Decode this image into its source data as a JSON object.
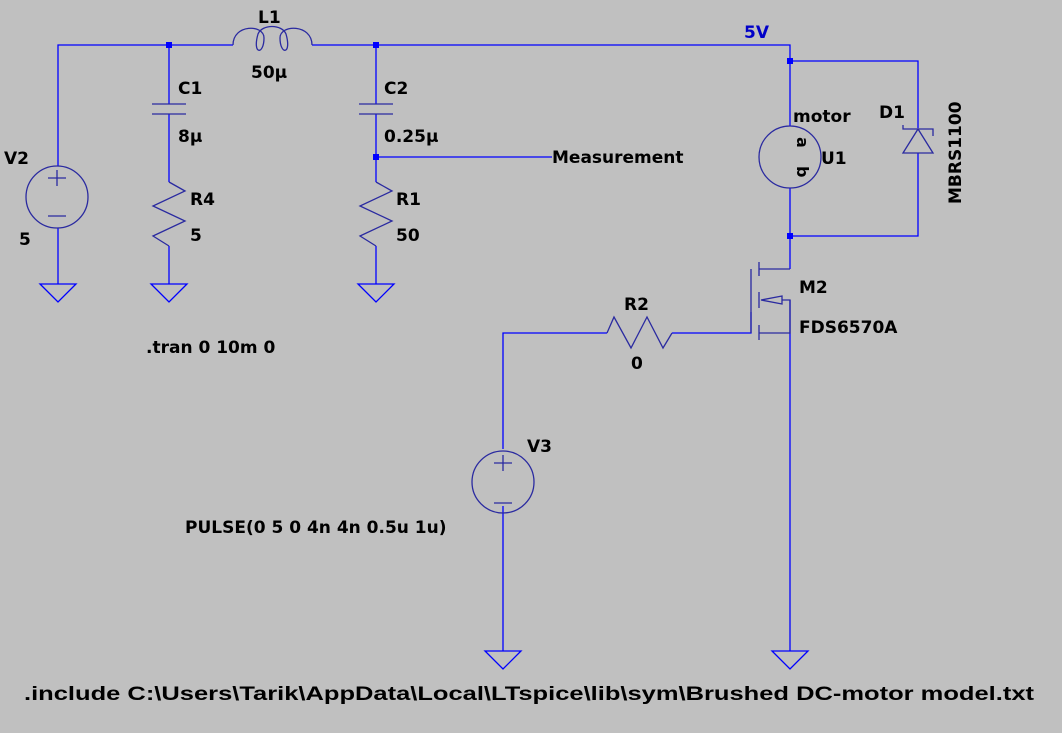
{
  "schematic": {
    "net_labels": {
      "supply": "5V",
      "measurement": "Measurement"
    },
    "components": {
      "V2": {
        "name": "V2",
        "value": "5"
      },
      "C1": {
        "name": "C1",
        "value": "8µ"
      },
      "R4": {
        "name": "R4",
        "value": "5"
      },
      "L1": {
        "name": "L1",
        "value": "50µ"
      },
      "C2": {
        "name": "C2",
        "value": "0.25µ"
      },
      "R1": {
        "name": "R1",
        "value": "50"
      },
      "U1": {
        "name": "U1",
        "value": "motor",
        "pin_a": "a",
        "pin_b": "b"
      },
      "D1": {
        "name": "D1",
        "value": "MBRS1100"
      },
      "M2": {
        "name": "M2",
        "value": "FDS6570A"
      },
      "R2": {
        "name": "R2",
        "value": "0"
      },
      "V3": {
        "name": "V3",
        "value": "PULSE(0 5 0 4n 4n 0.5u 1u)"
      }
    },
    "source_signs": {
      "plus": "+",
      "minus": "−"
    },
    "directives": {
      "tran": ".tran 0 10m 0",
      "include": ".include C:\\Users\\Tarik\\AppData\\Local\\LTspice\\lib\\sym\\Brushed DC-motor model.txt"
    },
    "colors": {
      "background": "#c0c0c0",
      "wire": "#0000ff",
      "symbol": "#2a2aa0",
      "text": "#000000"
    }
  }
}
